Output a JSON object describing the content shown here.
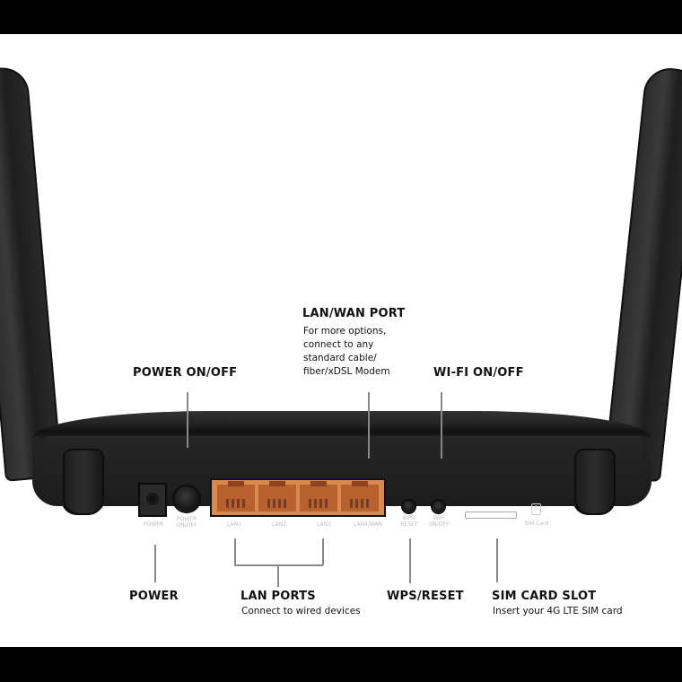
{
  "callouts": {
    "lan_wan_port": {
      "title": "LAN/WAN PORT",
      "desc_lines": [
        "For more options,",
        "connect to any",
        "standard cable/",
        "fiber/xDSL Modem"
      ]
    },
    "power_on_off": {
      "title": "POWER ON/OFF"
    },
    "wifi_on_off": {
      "title": "WI-FI ON/OFF"
    },
    "power": {
      "title": "POWER"
    },
    "lan_ports": {
      "title": "LAN PORTS",
      "desc": "Connect to wired devices"
    },
    "wps_reset": {
      "title": "WPS/RESET"
    },
    "sim_card_slot": {
      "title": "SIM CARD SLOT",
      "desc": "Insert your 4G LTE SIM card"
    }
  },
  "device_labels": {
    "power": "POWER",
    "power_on_off": [
      "POWER",
      "ON/OFF"
    ],
    "lan_ports": [
      "LAN1",
      "LAN2",
      "LAN3",
      "LAN4/WAN"
    ],
    "wps_reset": [
      "WPS/",
      "RESET"
    ],
    "wifi_on_off": [
      "WiFi",
      "ON/OFF"
    ],
    "sim_card": "SIM Card"
  },
  "colors": {
    "lan_port_orange": "#d78a4e",
    "router_body": "#1d1d1d",
    "frame_bars": "#000000"
  }
}
